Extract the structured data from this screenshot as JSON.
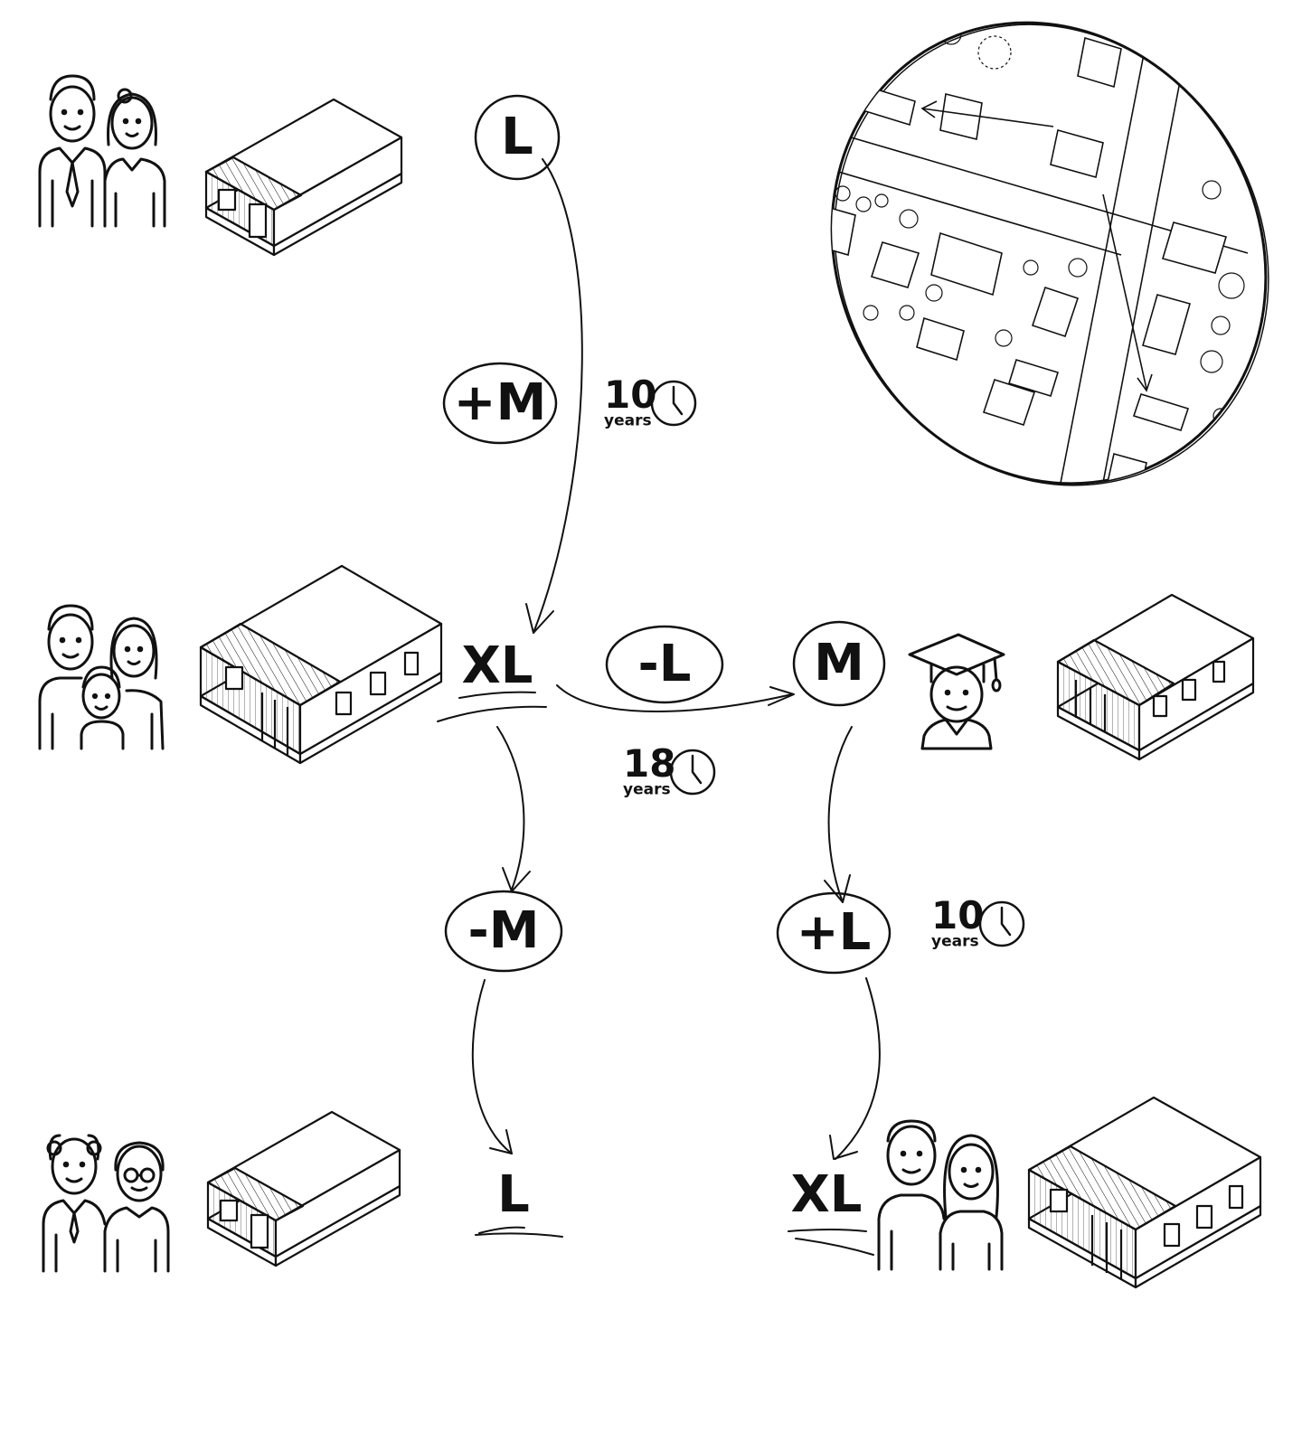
{
  "nodes": {
    "start_l": "L",
    "add_m": "+M",
    "xl_center": "XL",
    "remove_l": "-L",
    "m_right": "M",
    "remove_m": "-M",
    "add_l": "+L",
    "l_bottom": "L",
    "xl_bottom": "XL"
  },
  "durations": {
    "top": {
      "value": "10",
      "unit": "years"
    },
    "middle": {
      "value": "18",
      "unit": "years"
    },
    "right": {
      "value": "10",
      "unit": "years"
    }
  },
  "icons": {
    "people": [
      "couple-icon",
      "family-icon",
      "graduate-icon",
      "elderly-couple-icon",
      "young-couple-icon"
    ],
    "houses": [
      "house-l-icon",
      "house-xl-icon",
      "house-m-icon",
      "house-l-small-icon",
      "house-xl-large-icon"
    ],
    "map": "site-plan-map-icon"
  },
  "colors": {
    "line": "#111111",
    "background": "#ffffff"
  }
}
